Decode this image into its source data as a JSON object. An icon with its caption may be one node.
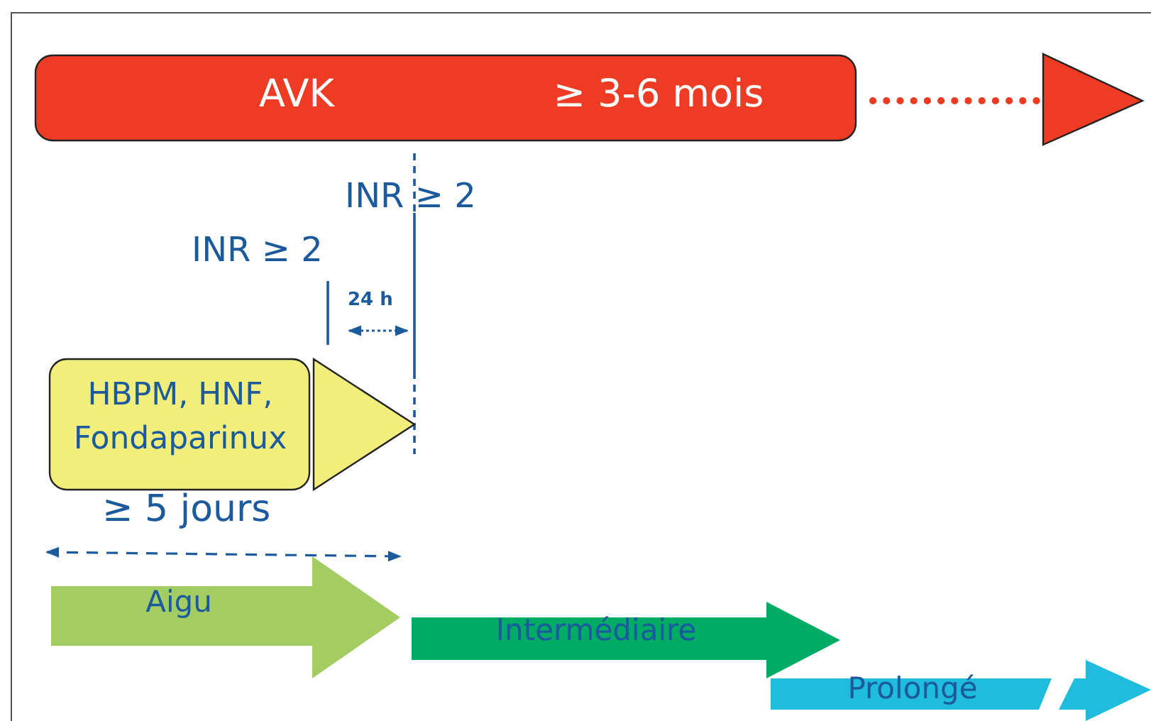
{
  "diagram": {
    "nodes": [
      {
        "text": [
          "AVK",
          "≥ 3-6 mois"
        ]
      },
      {
        "text": [
          "HBPM, HNF, Fondaparinux"
        ]
      },
      {
        "text": [
          "Aigu"
        ]
      },
      {
        "text": [
          "Intermédiaire"
        ]
      },
      {
        "text": [
          "Prolongé"
        ]
      }
    ],
    "labels": [
      "INR ≥ 2",
      "INR ≥ 2",
      "24 h",
      "≥ 5 jours"
    ]
  }
}
